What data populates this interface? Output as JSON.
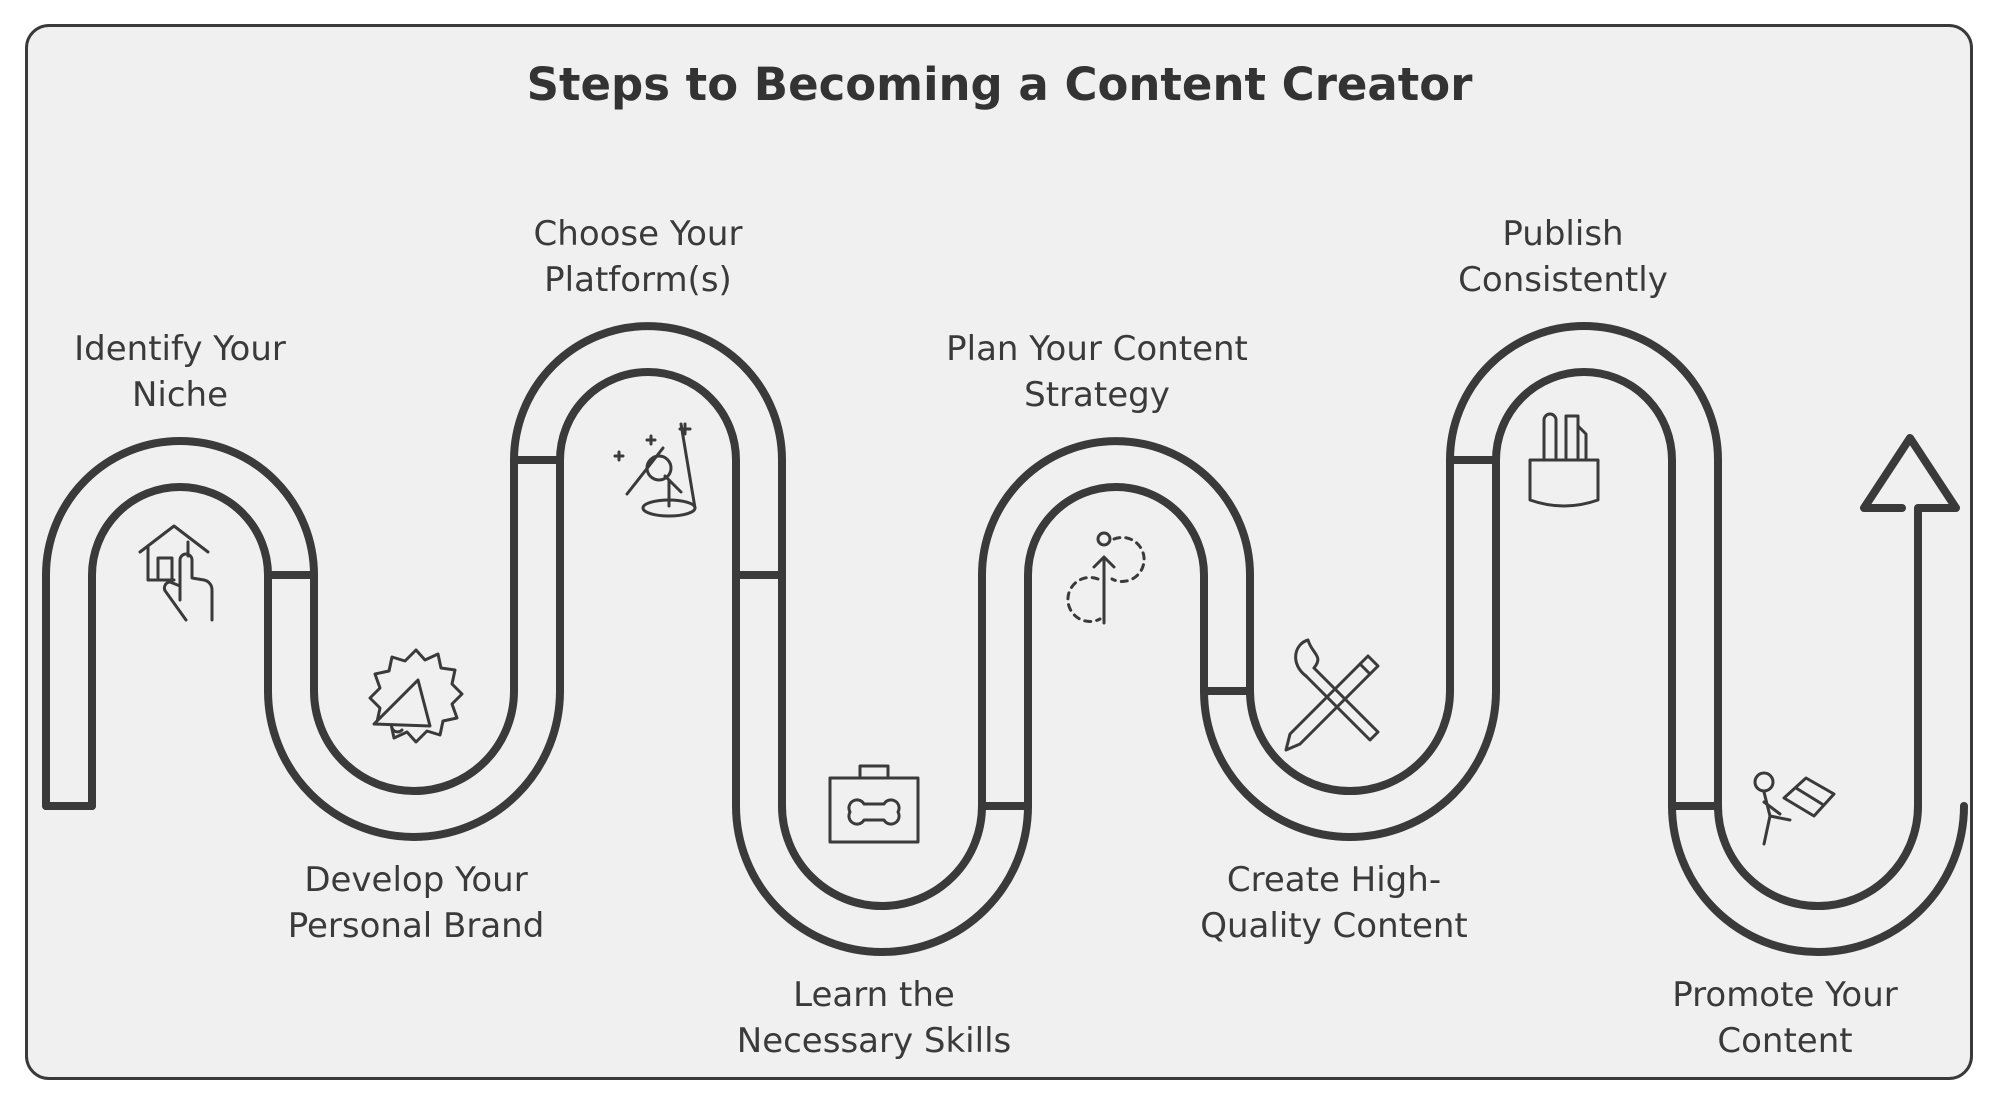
{
  "title": "Steps to Becoming a Content Creator",
  "colors": {
    "background": "#f0f0f0",
    "stroke": "#3a3a3a",
    "text": "#333333"
  },
  "steps": [
    {
      "lines": [
        "Identify Your",
        "Niche"
      ],
      "icon": "home-pointer-icon"
    },
    {
      "lines": [
        "Develop Your",
        "Personal Brand"
      ],
      "icon": "megaphone-badge-icon"
    },
    {
      "lines": [
        "Choose Your",
        "Platform(s)"
      ],
      "icon": "microphone-spotlight-icon"
    },
    {
      "lines": [
        "Learn the",
        "Necessary Skills"
      ],
      "icon": "toolbox-icon"
    },
    {
      "lines": [
        "Plan Your Content",
        "Strategy"
      ],
      "icon": "path-plan-icon"
    },
    {
      "lines": [
        "Create High-",
        "Quality Content"
      ],
      "icon": "pen-brush-icon"
    },
    {
      "lines": [
        "Publish",
        "Consistently"
      ],
      "icon": "pen-holder-icon"
    },
    {
      "lines": [
        "Promote Your",
        "Content"
      ],
      "icon": "person-reading-icon"
    }
  ]
}
